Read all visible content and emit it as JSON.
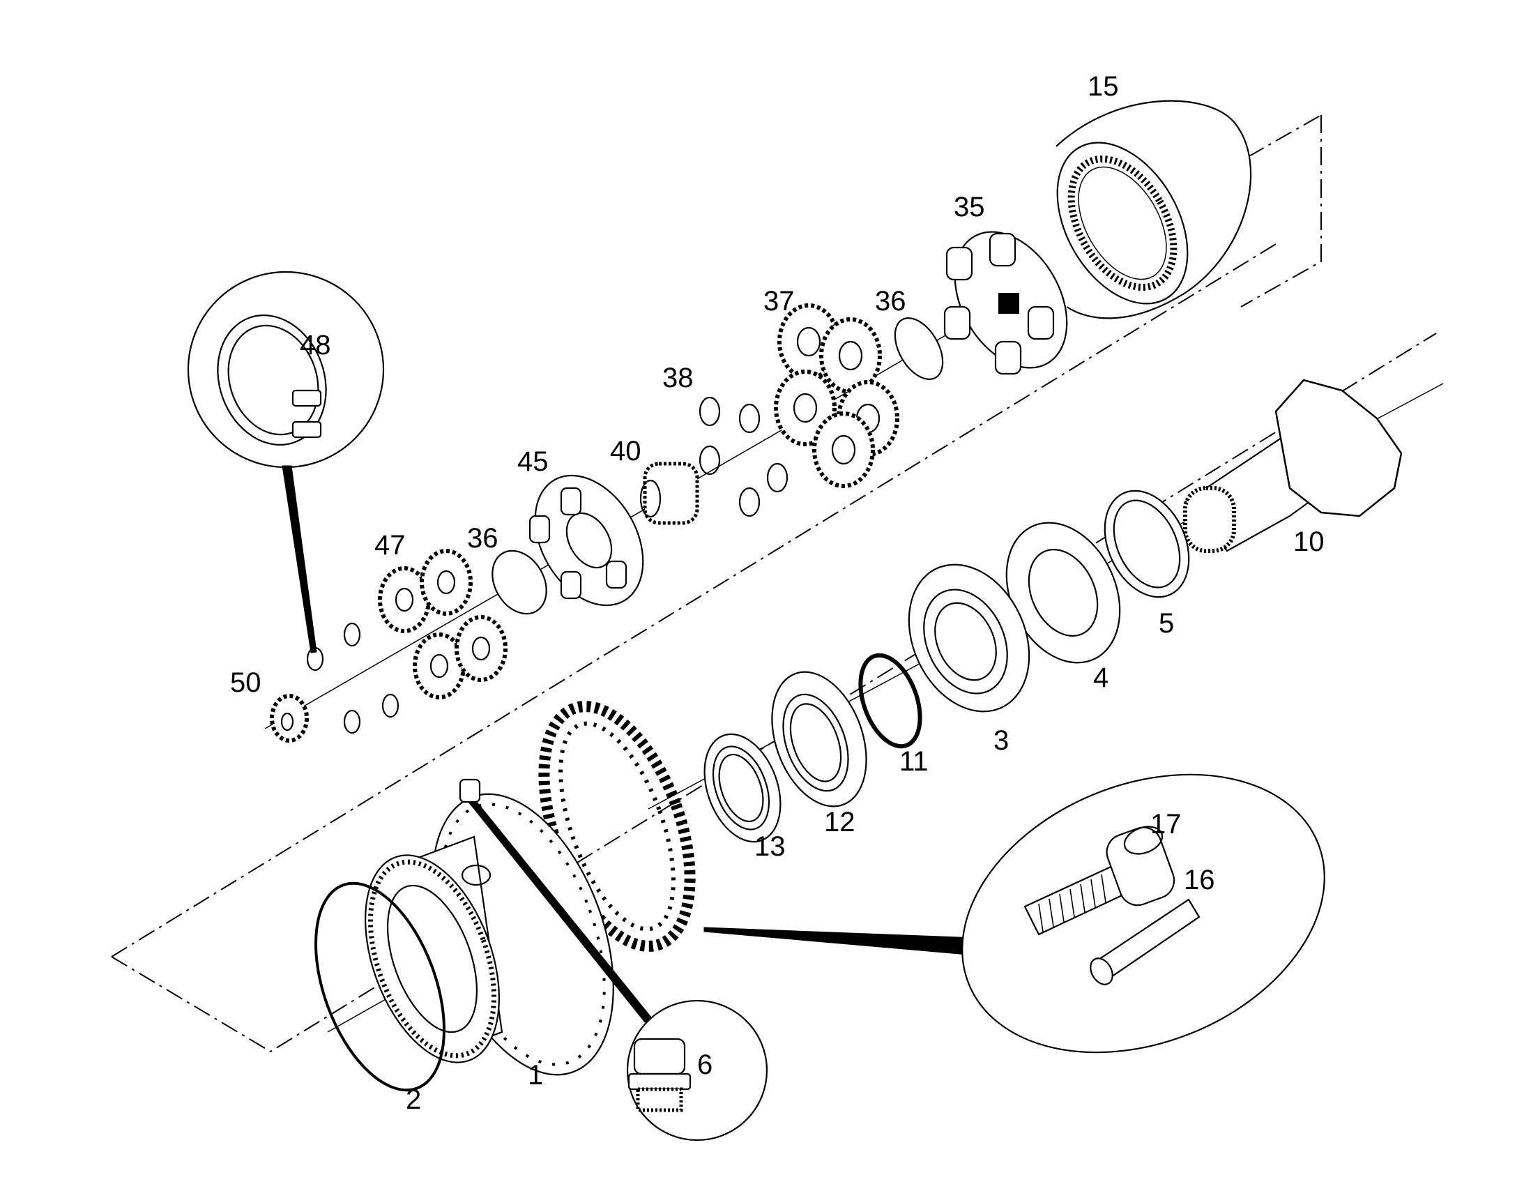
{
  "drawing": {
    "background": "#ffffff",
    "line_color": "#000000",
    "callouts": [
      {
        "id": "c1",
        "text": "1"
      },
      {
        "id": "c2",
        "text": "2"
      },
      {
        "id": "c3",
        "text": "3"
      },
      {
        "id": "c4",
        "text": "4"
      },
      {
        "id": "c5",
        "text": "5"
      },
      {
        "id": "c6",
        "text": "6"
      },
      {
        "id": "c10",
        "text": "10"
      },
      {
        "id": "c11",
        "text": "11"
      },
      {
        "id": "c12",
        "text": "12"
      },
      {
        "id": "c13",
        "text": "13"
      },
      {
        "id": "c15",
        "text": "15"
      },
      {
        "id": "c16",
        "text": "16"
      },
      {
        "id": "c17",
        "text": "17"
      },
      {
        "id": "c35",
        "text": "35"
      },
      {
        "id": "c36a",
        "text": "36"
      },
      {
        "id": "c36b",
        "text": "36"
      },
      {
        "id": "c37",
        "text": "37"
      },
      {
        "id": "c38",
        "text": "38"
      },
      {
        "id": "c40",
        "text": "40"
      },
      {
        "id": "c45",
        "text": "45"
      },
      {
        "id": "c47",
        "text": "47"
      },
      {
        "id": "c48",
        "text": "48"
      },
      {
        "id": "c50",
        "text": "50"
      }
    ]
  }
}
